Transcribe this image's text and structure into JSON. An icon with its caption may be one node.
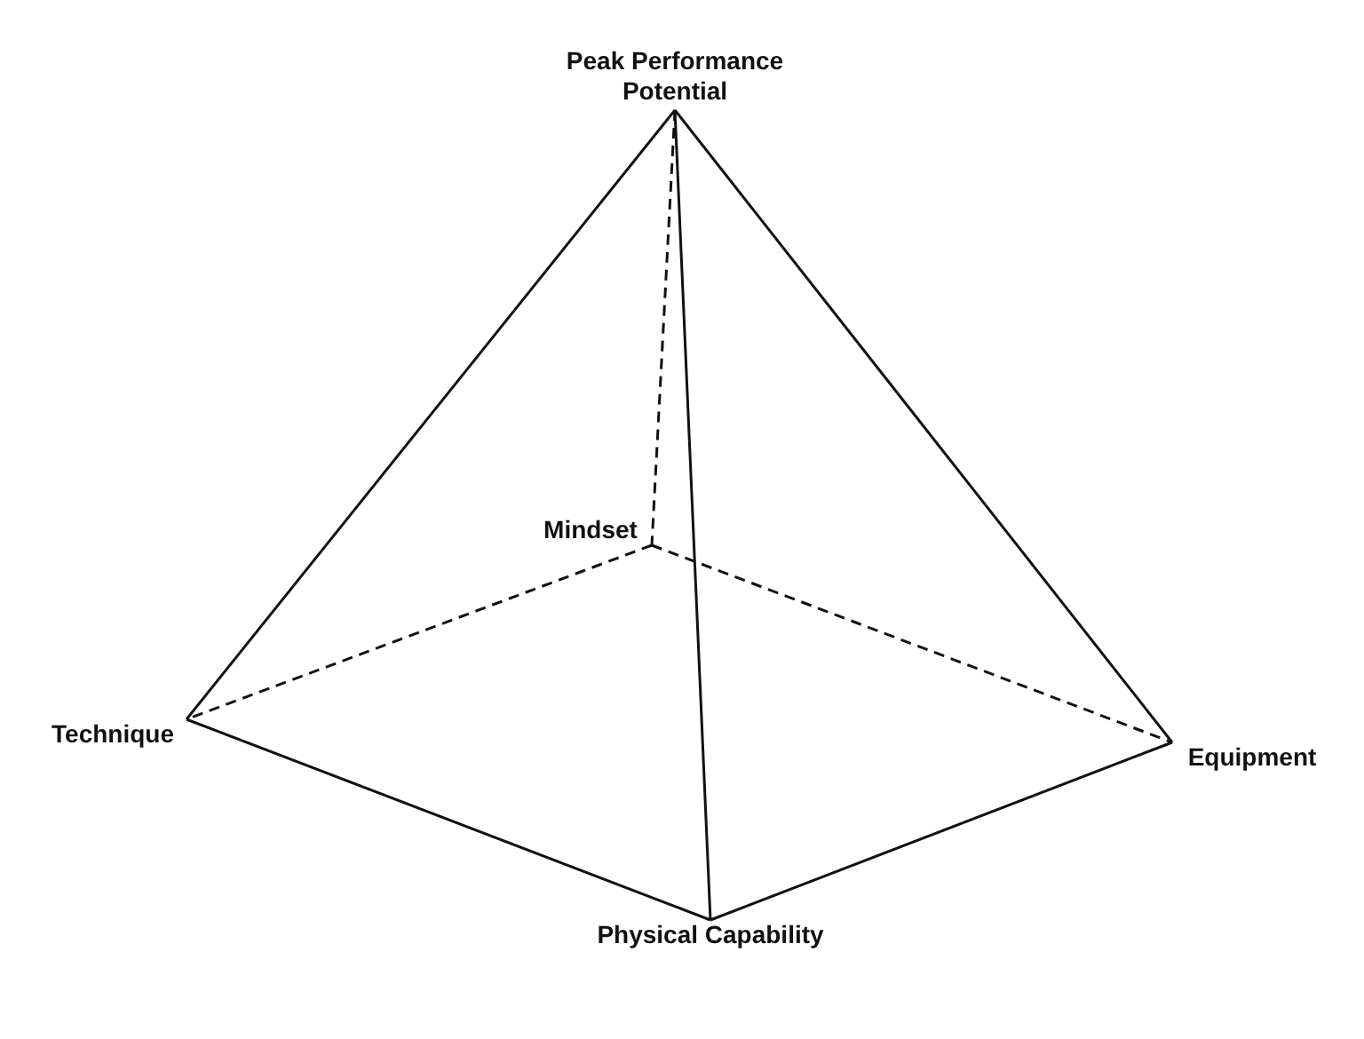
{
  "diagram": {
    "nodes": [
      {
        "text": [
          "Peak Performance Potential"
        ]
      },
      {
        "text": [
          "Mindset"
        ]
      },
      {
        "text": [
          "Technique"
        ]
      },
      {
        "text": [
          "Equipment"
        ]
      },
      {
        "text": [
          "Physical Capability"
        ]
      }
    ],
    "edges": [
      {
        "from": 0,
        "to": 2,
        "arrow": "none"
      },
      {
        "from": 0,
        "to": 3,
        "arrow": "none"
      },
      {
        "from": 0,
        "to": 4,
        "arrow": "none"
      },
      {
        "from": 0,
        "to": 1,
        "arrow": "none",
        "style": "dashed"
      },
      {
        "from": 1,
        "to": 2,
        "arrow": "none",
        "style": "dashed"
      },
      {
        "from": 1,
        "to": 3,
        "arrow": "none",
        "style": "dashed"
      },
      {
        "from": 2,
        "to": 4,
        "arrow": "none"
      },
      {
        "from": 4,
        "to": 3,
        "arrow": "none"
      }
    ]
  }
}
